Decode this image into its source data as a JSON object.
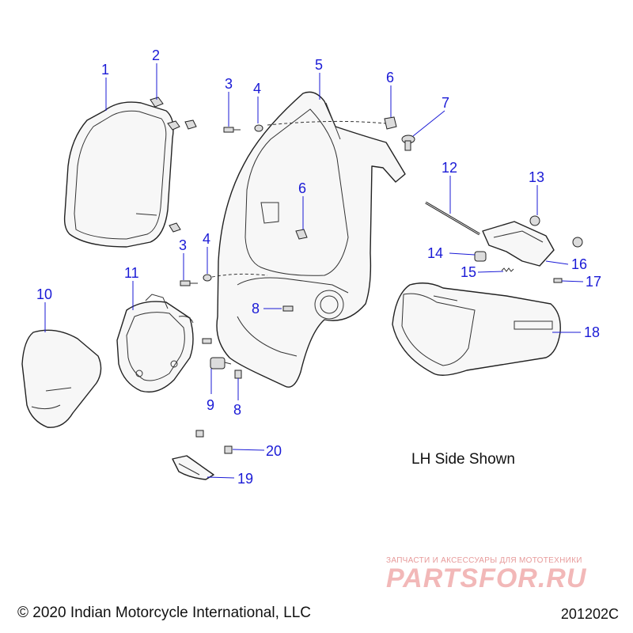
{
  "callouts": {
    "c1": "1",
    "c2": "2",
    "c3a": "3",
    "c4a": "4",
    "c5": "5",
    "c6a": "6",
    "c7": "7",
    "c6b": "6",
    "c3b": "3",
    "c4b": "4",
    "c12": "12",
    "c13": "13",
    "c14": "14",
    "c16": "16",
    "c15": "15",
    "c17": "17",
    "c11": "11",
    "c10": "10",
    "c8a": "8",
    "c18": "18",
    "c9": "9",
    "c8b": "8",
    "c20": "20",
    "c19": "19"
  },
  "view_note": "LH Side Shown",
  "copyright": "© 2020 Indian Motorcycle International, LLC",
  "figure_number": "201202C",
  "watermark": {
    "line1": "ЗАПЧАСТИ И АКСЕССУАРЫ ДЛЯ МОТОТЕХНИКИ",
    "line2": "PARTSFOR.RU"
  },
  "colors": {
    "callout": "#1a1ad6",
    "outline": "#222222",
    "watermark": "#f2b8b8"
  }
}
